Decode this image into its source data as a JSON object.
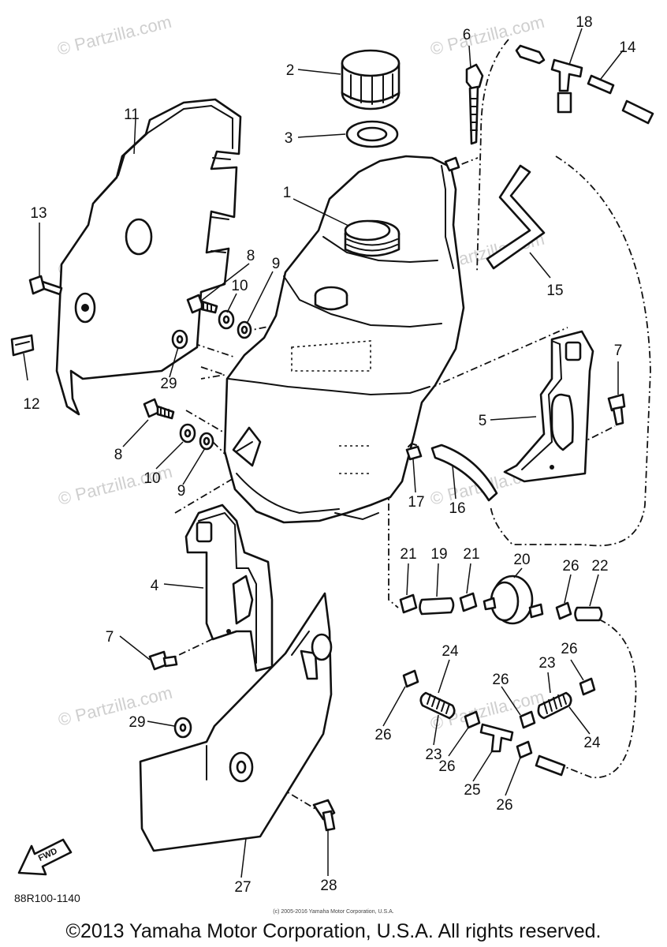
{
  "watermark": "© Partzilla.com",
  "diagram_code": "88R100-1140",
  "fwd_label": "FWD",
  "small_copyright": "(c) 2005-2016 Yamaha Motor Corporation, U.S.A.",
  "copyright": "©2013 Yamaha Motor Corporation, U.S.A. All rights reserved.",
  "callouts": {
    "n1": "1",
    "n2": "2",
    "n3": "3",
    "n4": "4",
    "n5": "5",
    "n6": "6",
    "n7a": "7",
    "n7b": "7",
    "n8a": "8",
    "n8b": "8",
    "n9a": "9",
    "n9b": "9",
    "n10a": "10",
    "n10b": "10",
    "n11": "11",
    "n12": "12",
    "n13": "13",
    "n14": "14",
    "n15": "15",
    "n16": "16",
    "n17": "17",
    "n18": "18",
    "n19": "19",
    "n20": "20",
    "n21a": "21",
    "n21b": "21",
    "n22": "22",
    "n23a": "23",
    "n23b": "23",
    "n24a": "24",
    "n24b": "24",
    "n25": "25",
    "n26a": "26",
    "n26b": "26",
    "n26c": "26",
    "n26d": "26",
    "n26e": "26",
    "n26f": "26",
    "n27": "27",
    "n28": "28",
    "n29a": "29",
    "n29b": "29"
  }
}
